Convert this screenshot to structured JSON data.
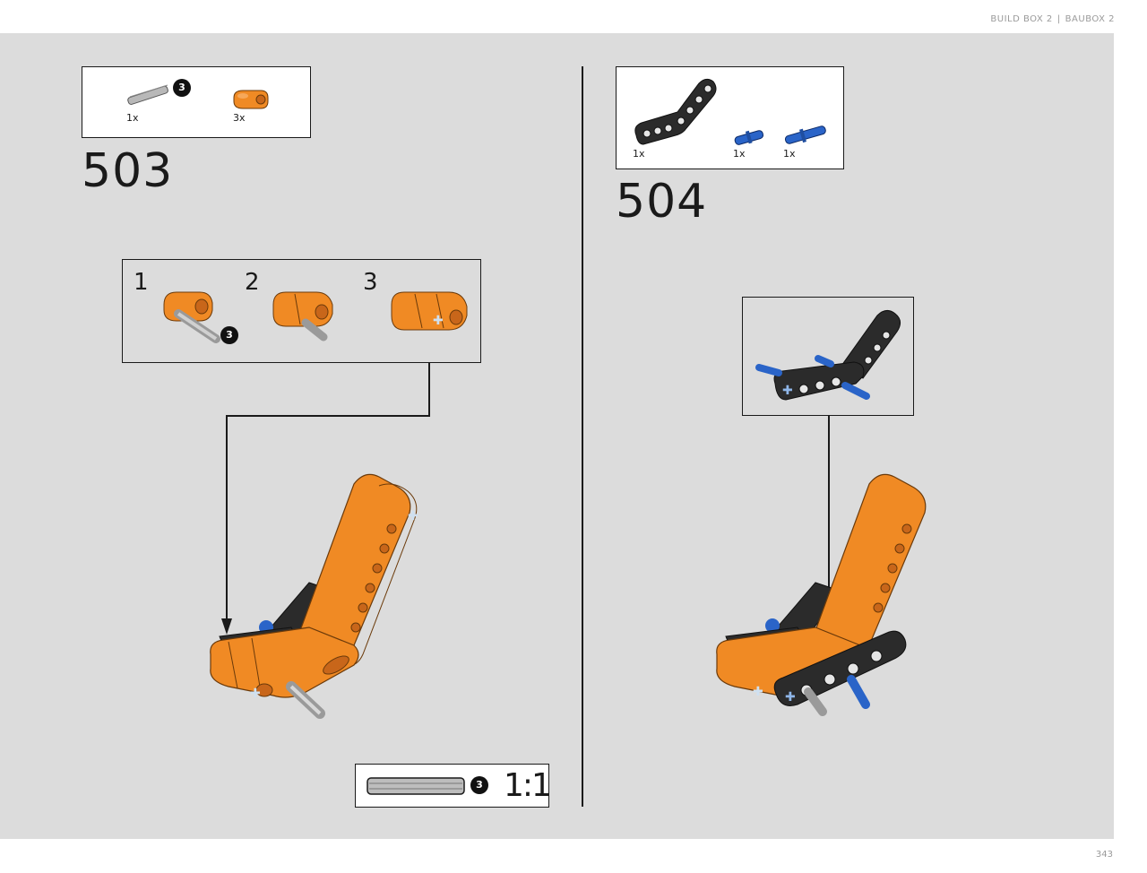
{
  "header": {
    "left": "BUILD BOX 2",
    "separator": "|",
    "right": "BAUBOX 2"
  },
  "page_number": "343",
  "step_503": {
    "number": "503",
    "parts": [
      {
        "icon": "gray-axle-icon",
        "qty": "1x",
        "length_badge": "3"
      },
      {
        "icon": "orange-beam-icon",
        "qty": "3x"
      }
    ],
    "substeps": [
      {
        "label": "1",
        "badge": "3"
      },
      {
        "label": "2"
      },
      {
        "label": "3"
      }
    ],
    "scale": {
      "badge": "3",
      "label": "1:1"
    }
  },
  "step_504": {
    "number": "504",
    "parts": [
      {
        "icon": "black-bent-beam-icon",
        "qty": "1x"
      },
      {
        "icon": "blue-pin-icon",
        "qty": "1x"
      },
      {
        "icon": "blue-long-pin-icon",
        "qty": "1x"
      }
    ]
  },
  "colors": {
    "orange": "#f08a24",
    "black": "#2b2b2b",
    "blue": "#2a64c8",
    "gray": "#a8a8a8",
    "panel": "#dcdcdc"
  }
}
